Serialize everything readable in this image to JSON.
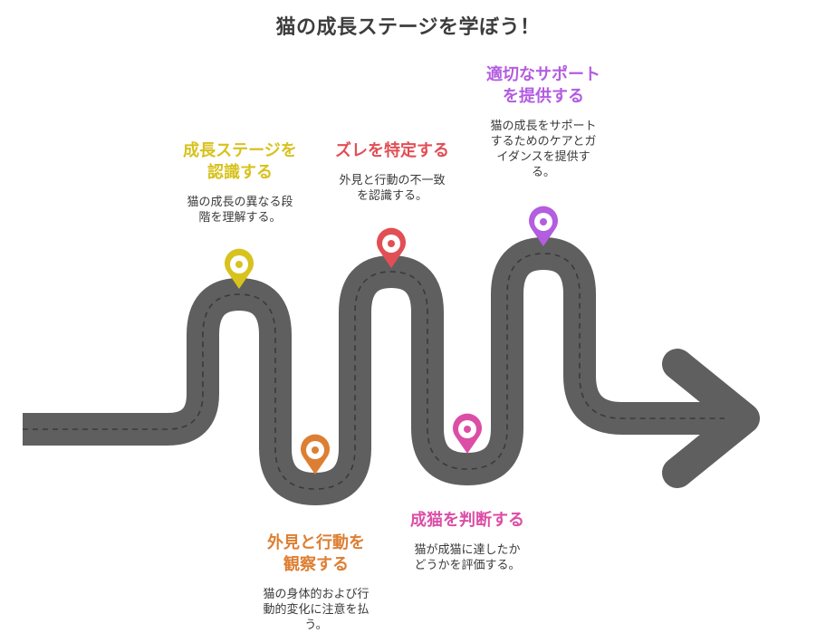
{
  "title": "猫の成長ステージを学ぼう！",
  "colors": {
    "road": "#5f5f5f",
    "lane": "#3a3a3a",
    "stage1": "#d8c21e",
    "stage2": "#dd7f33",
    "stage3": "#e14f55",
    "stage4": "#dc4ea6",
    "stage5": "#b35de0"
  },
  "stages": [
    {
      "heading_lines": [
        "成長ステージを",
        "認識する"
      ],
      "desc_lines": [
        "猫の成長の異なる段",
        "階を理解する。"
      ],
      "icon": "map-pin-icon"
    },
    {
      "heading_lines": [
        "外見と行動を",
        "観察する"
      ],
      "desc_lines": [
        "猫の身体的および行",
        "動的変化に注意を払",
        "う。"
      ],
      "icon": "map-pin-icon"
    },
    {
      "heading_lines": [
        "ズレを特定する"
      ],
      "desc_lines": [
        "外見と行動の不一致",
        "を認識する。"
      ],
      "icon": "map-pin-icon"
    },
    {
      "heading_lines": [
        "成猫を判断する"
      ],
      "desc_lines": [
        "猫が成猫に達したか",
        "どうかを評価する。"
      ],
      "icon": "map-pin-icon"
    },
    {
      "heading_lines": [
        "適切なサポート",
        "を提供する"
      ],
      "desc_lines": [
        "猫の成長をサポート",
        "するためのケアとガ",
        "イダンスを提供す",
        "る。"
      ],
      "icon": "map-pin-icon"
    }
  ]
}
